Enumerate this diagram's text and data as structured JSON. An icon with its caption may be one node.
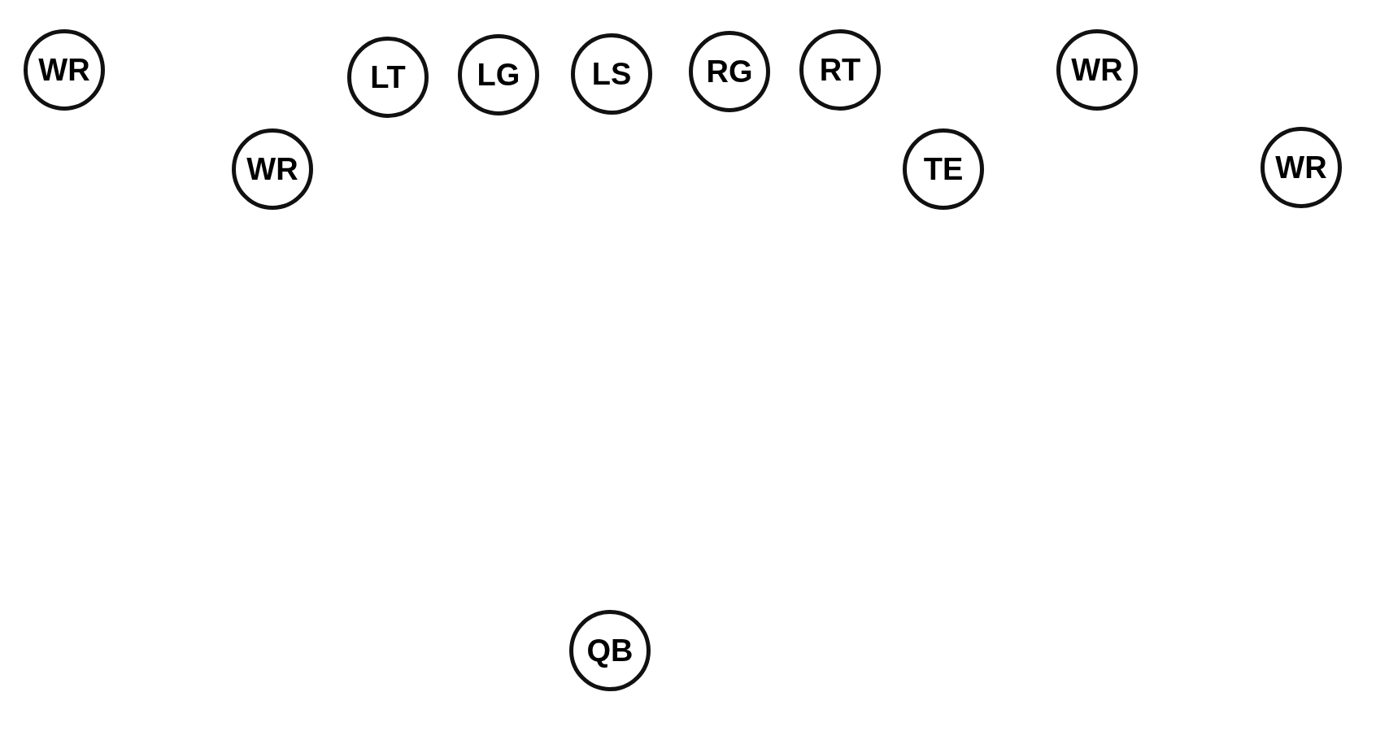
{
  "diagram": {
    "nodes": [
      {
        "text": [
          "WR"
        ]
      },
      {
        "text": [
          "LT"
        ]
      },
      {
        "text": [
          "LG"
        ]
      },
      {
        "text": [
          "LS"
        ]
      },
      {
        "text": [
          "RG"
        ]
      },
      {
        "text": [
          "RT"
        ]
      },
      {
        "text": [
          "WR"
        ]
      },
      {
        "text": [
          "WR"
        ]
      },
      {
        "text": [
          "TE"
        ]
      },
      {
        "text": [
          "WR"
        ]
      },
      {
        "text": [
          "QB"
        ]
      }
    ]
  }
}
